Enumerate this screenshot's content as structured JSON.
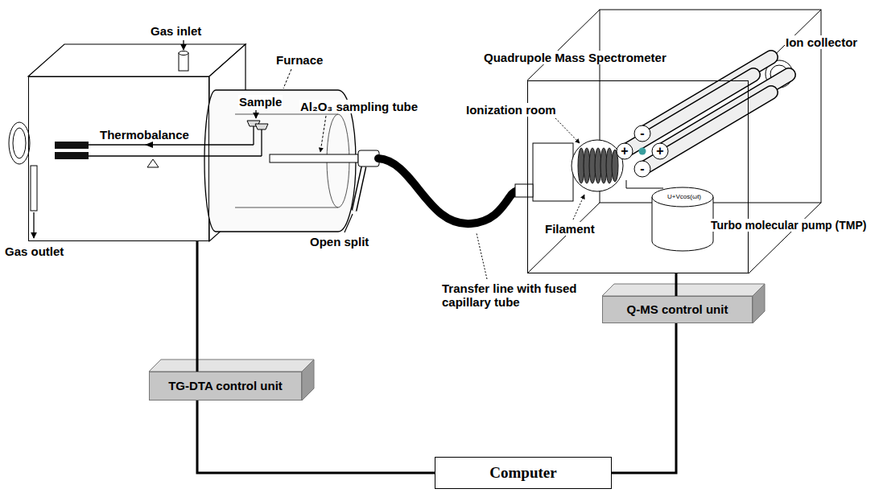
{
  "diagram": {
    "nodes": [
      {
        "text": [
          "Thermobalance"
        ]
      },
      {
        "text": [
          "Quadrupole Mass Spectrometer"
        ]
      },
      {
        "text": [
          "Q-MS control unit"
        ]
      },
      {
        "text": [
          "TG-DTA control unit"
        ]
      },
      {
        "text": [
          "Computer"
        ]
      }
    ],
    "edges": [
      {
        "from": 0,
        "to": 3,
        "arrow": "none"
      },
      {
        "from": 1,
        "to": 2,
        "arrow": "none"
      },
      {
        "from": 3,
        "to": 4,
        "arrow": "none"
      },
      {
        "from": 2,
        "to": 4,
        "arrow": "none"
      }
    ],
    "labels": [
      "Ion collector",
      "Furnace",
      "Gas inlet",
      "Sample",
      "Al₂O₃ sampling tube",
      "Ionization room",
      "-",
      "+",
      "+",
      "-",
      "Filament",
      "U+Vcos(ωt)",
      "Turbo molecular pump (TMP)",
      "Transfer line with fused capillary tube",
      "Open split",
      "Gas outlet"
    ]
  }
}
